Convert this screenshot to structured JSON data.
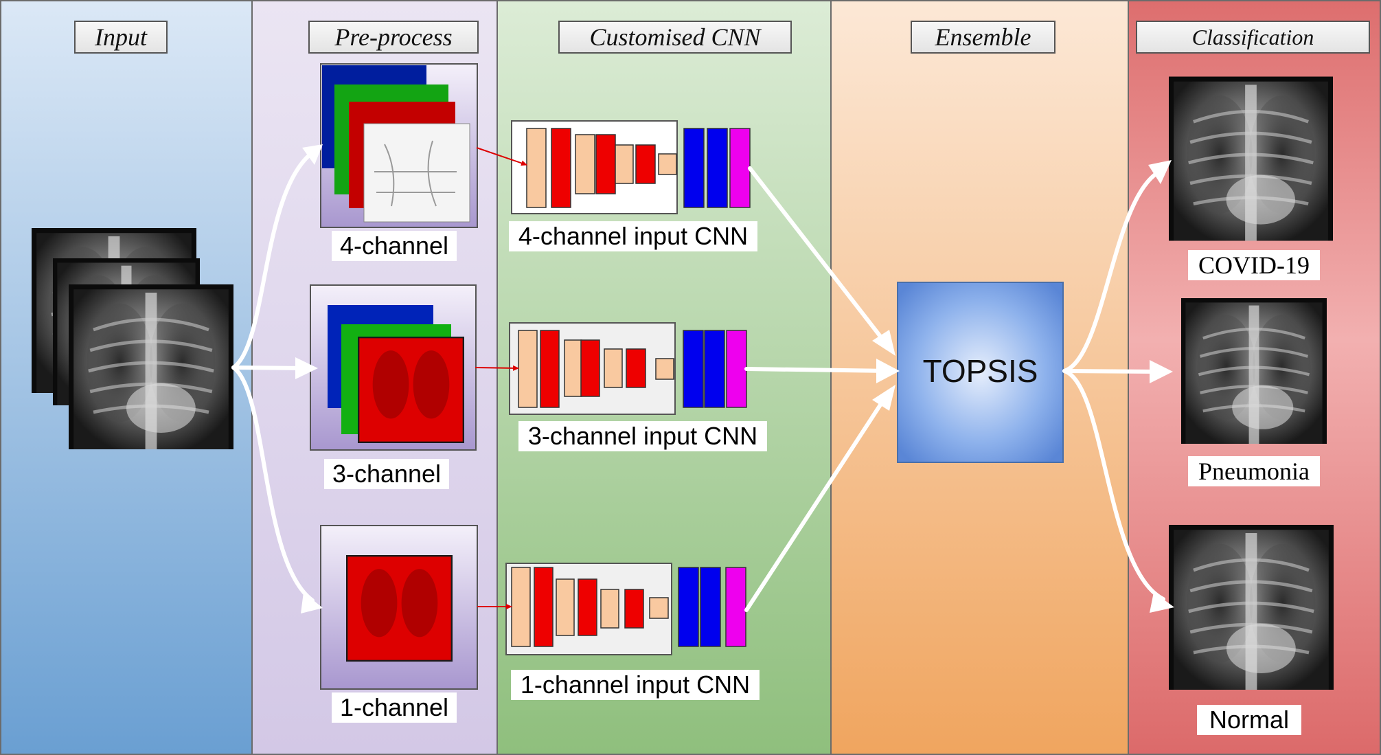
{
  "stages": {
    "input": "Input",
    "preprocess": "Pre-process",
    "cnn": "Customised CNN",
    "ensemble": "Ensemble",
    "classification": "Classification"
  },
  "preprocess_labels": [
    "4-channel",
    "3-channel",
    "1-channel"
  ],
  "cnn_labels": [
    "4-channel input CNN",
    "3-channel input CNN",
    "1-channel input CNN"
  ],
  "ensemble_method": "TOPSIS",
  "classes": [
    "COVID-19",
    "Pneumonia",
    "Normal"
  ],
  "colors": {
    "input_panel": "#7fb0dd",
    "preprocess_panel": "#d9d0ea",
    "cnn_panel": "#a9d09a",
    "ensemble_panel": "#f5c08a",
    "classification_panel": "#e88a8a",
    "conv_light": "#f9c9a0",
    "conv_red": "#ee0000",
    "dense_blue": "#0000ee",
    "softmax_magenta": "#ee00ee",
    "topsis_box": "#7aa5e6",
    "arrow": "#ffffff",
    "link_arrow": "#dd0000"
  }
}
